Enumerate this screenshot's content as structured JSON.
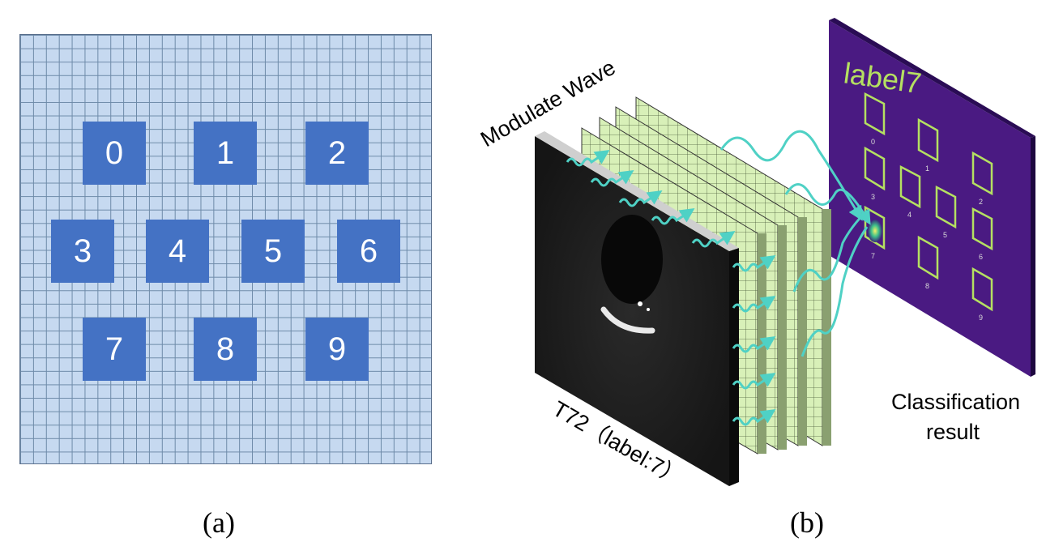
{
  "panel_a": {
    "caption": "(a)",
    "digits": [
      "0",
      "1",
      "2",
      "3",
      "4",
      "5",
      "6",
      "7",
      "8",
      "9"
    ]
  },
  "panel_b": {
    "caption": "(b)",
    "modulate_label": "Modulate Wave",
    "input_label": "T72（label:7）",
    "output_title": "label7",
    "result_line1": "Classification",
    "result_line2": "result",
    "detector_labels": [
      "0",
      "1",
      "2",
      "3",
      "4",
      "5",
      "6",
      "7",
      "8",
      "9"
    ]
  },
  "colors": {
    "grid_bg": "#c6d9f0",
    "digit_box": "#4472c4",
    "output_plane": "#4a1a82",
    "detector_outline": "#b5e061",
    "wave": "#4fd1c5",
    "layer": "#d8f0b8"
  }
}
